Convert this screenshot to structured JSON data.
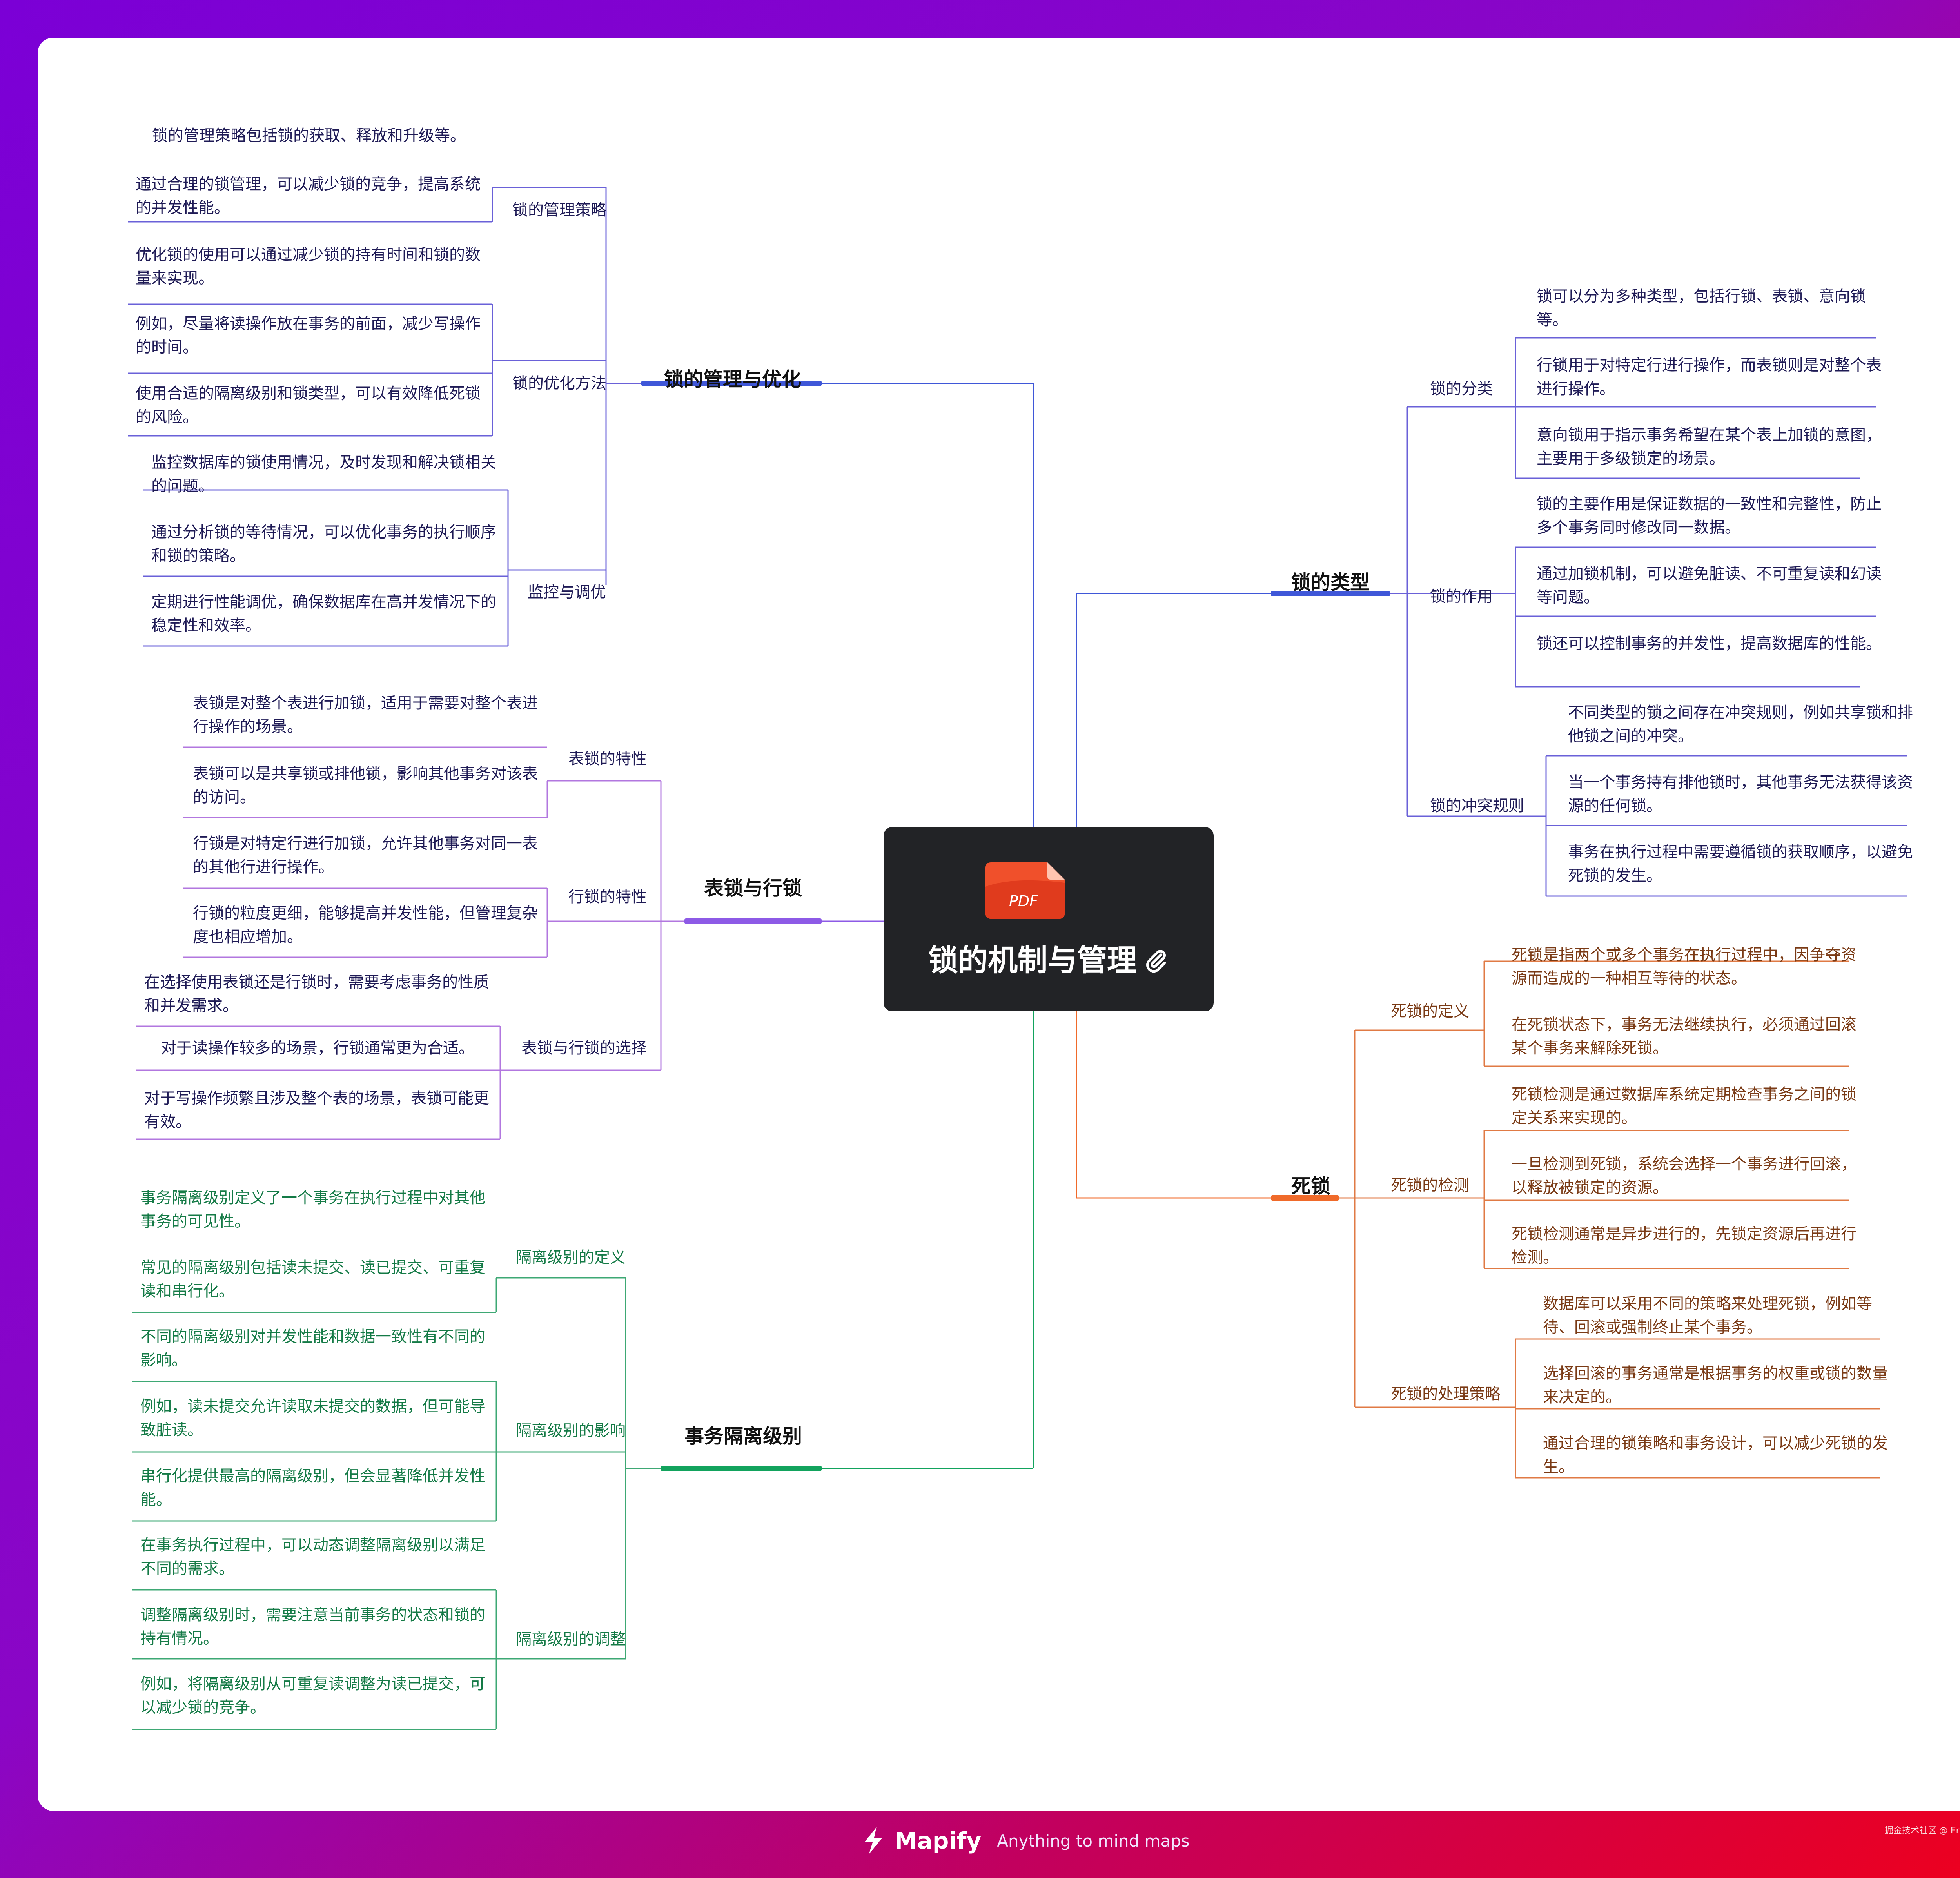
{
  "colors": {
    "blue": "#3f57d8",
    "purple": "#8d5ae6",
    "green": "#12a35d",
    "orange": "#f06a2a",
    "node_violet": "#6a61d8",
    "node_purple": "#b277df",
    "node_green": "#3ea874",
    "node_orange": "#e07a44"
  },
  "root": {
    "title": "锁的机制与管理",
    "icon": "pdf-icon",
    "icon_label": "PDF",
    "link_icon": "paperclip-icon"
  },
  "branches": {
    "mgmt": {
      "title": "锁的管理与优化",
      "subs": [
        {
          "title": "锁的管理策略",
          "leaves": [
            "锁的管理策略包括锁的获取、释放和升级等。",
            "通过合理的锁管理，可以减少锁的竞争，提高系统的并发性能。"
          ]
        },
        {
          "title": "锁的优化方法",
          "leaves": [
            "优化锁的使用可以通过减少锁的持有时间和锁的数量来实现。",
            "例如，尽量将读操作放在事务的前面，减少写操作的时间。",
            "使用合适的隔离级别和锁类型，可以有效降低死锁的风险。"
          ]
        },
        {
          "title": "监控与调优",
          "leaves": [
            "监控数据库的锁使用情况，及时发现和解决锁相关的问题。",
            "通过分析锁的等待情况，可以优化事务的执行顺序和锁的策略。",
            "定期进行性能调优，确保数据库在高并发情况下的稳定性和效率。"
          ]
        }
      ]
    },
    "table_row": {
      "title": "表锁与行锁",
      "subs": [
        {
          "title": "表锁的特性",
          "leaves": [
            "表锁是对整个表进行加锁，适用于需要对整个表进行操作的场景。",
            "表锁可以是共享锁或排他锁，影响其他事务对该表的访问。"
          ]
        },
        {
          "title": "行锁的特性",
          "leaves": [
            "行锁是对特定行进行加锁，允许其他事务对同一表的其他行进行操作。",
            "行锁的粒度更细，能够提高并发性能，但管理复杂度也相应增加。"
          ]
        },
        {
          "title": "表锁与行锁的选择",
          "leaves": [
            "在选择使用表锁还是行锁时，需要考虑事务的性质和并发需求。",
            "对于读操作较多的场景，行锁通常更为合适。",
            "对于写操作频繁且涉及整个表的场景，表锁可能更有效。"
          ]
        }
      ]
    },
    "isolation": {
      "title": "事务隔离级别",
      "subs": [
        {
          "title": "隔离级别的定义",
          "leaves": [
            "事务隔离级别定义了一个事务在执行过程中对其他事务的可见性。",
            "常见的隔离级别包括读未提交、读已提交、可重复读和串行化。"
          ]
        },
        {
          "title": "隔离级别的影响",
          "leaves": [
            "不同的隔离级别对并发性能和数据一致性有不同的影响。",
            "例如，读未提交允许读取未提交的数据，但可能导致脏读。",
            "串行化提供最高的隔离级别，但会显著降低并发性能。"
          ]
        },
        {
          "title": "隔离级别的调整",
          "leaves": [
            "在事务执行过程中，可以动态调整隔离级别以满足不同的需求。",
            "调整隔离级别时，需要注意当前事务的状态和锁的持有情况。",
            "例如，将隔离级别从可重复读调整为读已提交，可以减少锁的竞争。"
          ]
        }
      ]
    },
    "types": {
      "title": "锁的类型",
      "subs": [
        {
          "title": "锁的分类",
          "leaves": [
            "锁可以分为多种类型，包括行锁、表锁、意向锁等。",
            "行锁用于对特定行进行操作，而表锁则是对整个表进行操作。",
            "意向锁用于指示事务希望在某个表上加锁的意图，主要用于多级锁定的场景。"
          ]
        },
        {
          "title": "锁的作用",
          "leaves": [
            "锁的主要作用是保证数据的一致性和完整性，防止多个事务同时修改同一数据。",
            "通过加锁机制，可以避免脏读、不可重复读和幻读等问题。",
            "锁还可以控制事务的并发性，提高数据库的性能。"
          ]
        },
        {
          "title": "锁的冲突规则",
          "leaves": [
            "不同类型的锁之间存在冲突规则，例如共享锁和排他锁之间的冲突。",
            "当一个事务持有排他锁时，其他事务无法获得该资源的任何锁。",
            "事务在执行过程中需要遵循锁的获取顺序，以避免死锁的发生。"
          ]
        }
      ]
    },
    "deadlock": {
      "title": "死锁",
      "subs": [
        {
          "title": "死锁的定义",
          "leaves": [
            "死锁是指两个或多个事务在执行过程中，因争夺资源而造成的一种相互等待的状态。",
            "在死锁状态下，事务无法继续执行，必须通过回滚某个事务来解除死锁。"
          ]
        },
        {
          "title": "死锁的检测",
          "leaves": [
            "死锁检测是通过数据库系统定期检查事务之间的锁定关系来实现的。",
            "一旦检测到死锁，系统会选择一个事务进行回滚，以释放被锁定的资源。",
            "死锁检测通常是异步进行的，先锁定资源后再进行检测。"
          ]
        },
        {
          "title": "死锁的处理策略",
          "leaves": [
            "数据库可以采用不同的策略来处理死锁，例如等待、回滚或强制终止某个事务。",
            "选择回滚的事务通常是根据事务的权重或锁的数量来决定的。",
            "通过合理的锁策略和事务设计，可以减少死锁的发生。"
          ]
        }
      ]
    }
  },
  "footer": {
    "logo_icon": "mapify-logo-icon",
    "brand": "Mapify",
    "tagline": "Anything to mind maps",
    "credit": "掘金技术社区 @ EnigmaGcl"
  }
}
